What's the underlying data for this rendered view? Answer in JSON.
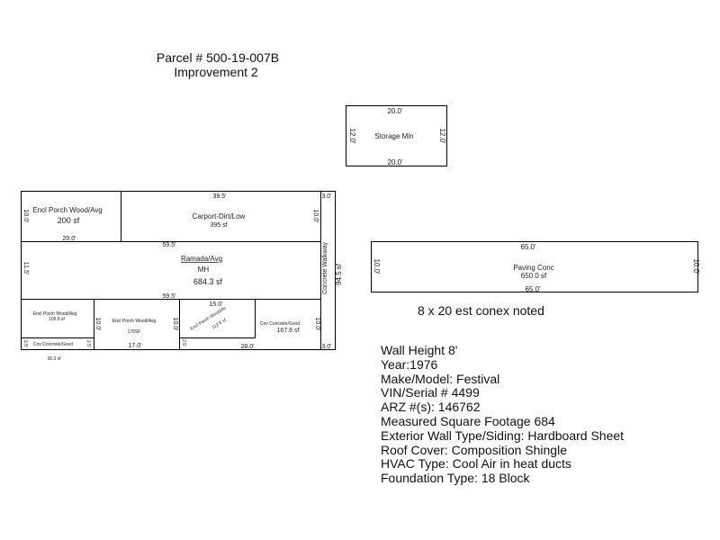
{
  "header": {
    "parcel": "Parcel # 500-19-007B",
    "improvement": "Improvement 2"
  },
  "storage": {
    "top": "20.0'",
    "bottom": "20.0'",
    "left": "12.0'",
    "right": "12.0'",
    "name": "Storage Min"
  },
  "main": {
    "encl_porch_top": {
      "name": "Encl Porch Wood/Avg",
      "area": "200 sf",
      "height": "10.0'",
      "width": "20.0'"
    },
    "carport": {
      "width": "39.5'",
      "name": "Carport-Dirt/Low",
      "area": "395 sf",
      "height": "10.0'"
    },
    "right_top_dim": "3.0'",
    "walkway": {
      "name": "Concrete Walkway",
      "area": "94.5 sf"
    },
    "ramada_width": "59.5'",
    "mh": {
      "name1": "Ramada/Avg",
      "name2": "MH",
      "area": "684.3 sf",
      "height": "11.5'"
    },
    "bottom_width": "59.5'",
    "porch_a": {
      "name": "Encl Porch Wood/Avg",
      "area": "105.8 sf"
    },
    "porch_b": {
      "name": "Encl Porch Wood/Avg",
      "area": "170SF",
      "height": "10.0'",
      "width": "17.0'"
    },
    "porch_c": {
      "top": "15.0'",
      "name": "Encl Porch Wood/Av",
      "area": "112.5 sf",
      "height": "10.0'"
    },
    "cov_concrete_right": {
      "name": "Cov Concrete/Good",
      "area": "167.6 sf",
      "height": "10.0'"
    },
    "cov_concrete_left": {
      "name": "Cov Concrete/Good",
      "left_dim": "2.5'",
      "right_dim": "2.5'",
      "area": "36.3 sf"
    },
    "small_dim": "2.5'",
    "bottom_right_width": "28.0'",
    "right_bottom_dim": "3.0'"
  },
  "paving": {
    "top": "65.0'",
    "bottom": "65.0'",
    "left": "10.0'",
    "right": "10.0'",
    "name": "Paving Conc",
    "area": "650.0 sf"
  },
  "note": "8 x 20 est conex noted",
  "info": [
    "Wall Height 8'",
    "Year:1976",
    "Make/Model: Festival",
    "VIN/Serial # 4499",
    "ARZ #(s): 146762",
    "Measured Square Footage 684",
    "Exterior Wall Type/Siding: Hardboard Sheet",
    "Roof Cover: Composition Shingle",
    "HVAC Type: Cool Air in heat ducts",
    "Foundation Type: 18 Block"
  ]
}
